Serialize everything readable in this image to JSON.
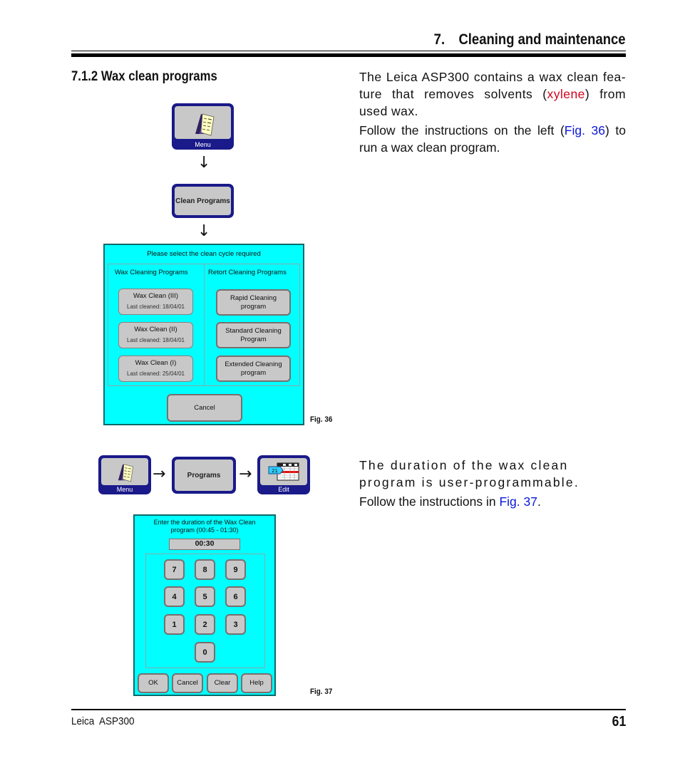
{
  "header": {
    "chapter_number": "7.",
    "chapter_title": "Cleaning and maintenance"
  },
  "section": {
    "title": "7.1.2 Wax clean programs"
  },
  "text": {
    "para1_a": "The Leica ASP300 contains a wax clean fea-ture that removes solvents (",
    "para1_red": "xylene",
    "para1_b": ") from used wax.",
    "para2_a": "Follow the instructions on the left (",
    "para2_link": "Fig. 36",
    "para2_b": ") to run a wax clean program.",
    "para3": "The duration of the wax clean program is user-programmable.",
    "para4_a": "Follow the instructions in ",
    "para4_link": "Fig. 37",
    "para4_b": "."
  },
  "fig36": {
    "label": "Fig. 36",
    "menu_button": {
      "caption": "Menu",
      "icon": "menu-card-icon"
    },
    "clean_programs_button": "Clean Programs",
    "arrow": "↓",
    "screen": {
      "title": "Please select the clean cycle required",
      "wax_header": "Wax Cleaning Programs",
      "retort_header": "Retort Cleaning Programs",
      "wax_programs": [
        {
          "name": "Wax Clean (III)",
          "last_cleaned": "Last cleaned: 18/04/01"
        },
        {
          "name": "Wax Clean (II)",
          "last_cleaned": "Last cleaned: 18/04/01"
        },
        {
          "name": "Wax Clean (I)",
          "last_cleaned": "Last cleaned: 25/04/01"
        }
      ],
      "retort_programs": [
        {
          "line1": "Rapid Cleaning",
          "line2": "program"
        },
        {
          "line1": "Standard Cleaning",
          "line2": "Program"
        },
        {
          "line1": "Extended Cleaning",
          "line2": "program"
        }
      ],
      "cancel": "Cancel"
    }
  },
  "fig37": {
    "label": "Fig. 37",
    "menu_button": {
      "caption": "Menu",
      "icon": "menu-card-icon"
    },
    "programs_button": "Programs",
    "edit_button": {
      "caption": "Edit",
      "icon": "edit-table-icon"
    },
    "arrow": "→",
    "screen": {
      "title_line1": "Enter the duration of the Wax Clean",
      "title_line2": "program (00:45 - 01:30)",
      "value": "00:30",
      "keys": [
        "7",
        "8",
        "9",
        "4",
        "5",
        "6",
        "1",
        "2",
        "3",
        "0"
      ],
      "actions": [
        "OK",
        "Cancel",
        "Clear",
        "Help"
      ]
    }
  },
  "footer": {
    "product": "Leica  ASP300",
    "page_number": "61"
  }
}
